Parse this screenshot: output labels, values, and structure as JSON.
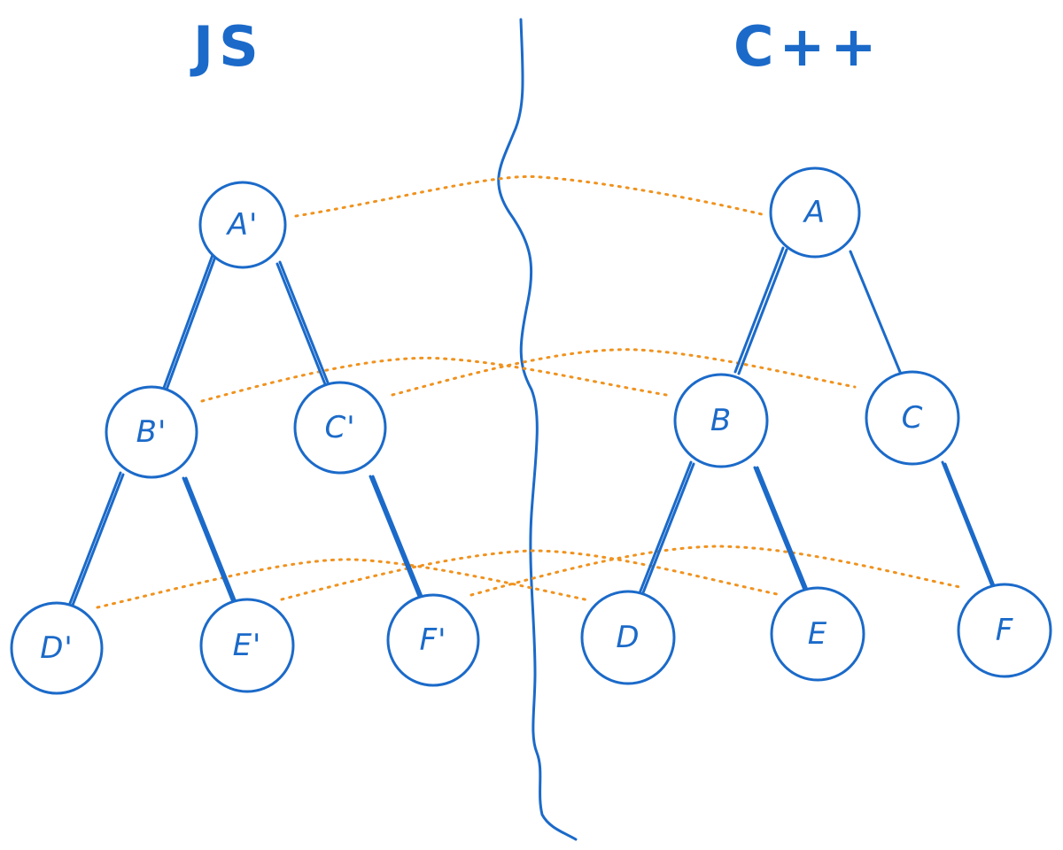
{
  "titles": {
    "js": "JS",
    "cpp": "C++"
  },
  "trees": {
    "js": {
      "a": "A'",
      "b": "B'",
      "c": "C'",
      "d": "D'",
      "e": "E'",
      "f": "F'"
    },
    "cpp": {
      "a": "A",
      "b": "B",
      "c": "C",
      "d": "D",
      "e": "E",
      "f": "F"
    }
  },
  "colors": {
    "tree": "#1b6ac9",
    "link": "#f0921e",
    "background": "#ffffff"
  }
}
